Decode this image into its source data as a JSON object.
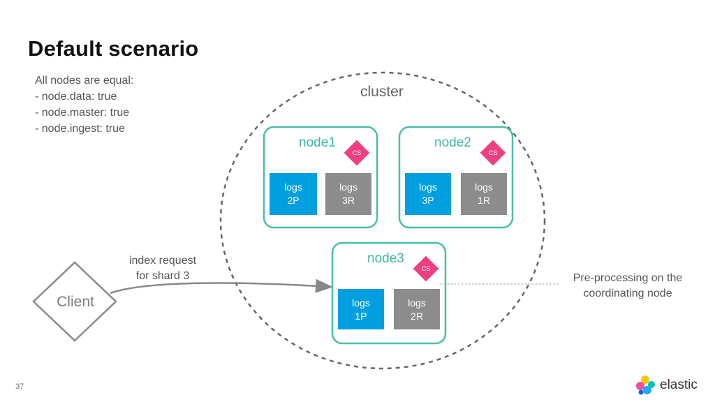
{
  "slide": {
    "title": "Default scenario",
    "intro_lines": [
      "All nodes are equal:",
      "- node.data: true",
      "- node.master: true",
      "- node.ingest: true"
    ],
    "slide_number": "37",
    "logo_text": "elastic"
  },
  "diagram": {
    "cluster_label": "cluster",
    "client_label": "Client",
    "request_label_lines": [
      "index request",
      "for shard 3"
    ],
    "note_lines": [
      "Pre-processing on the",
      "coordinating node"
    ],
    "cs_label": "CS",
    "nodes": [
      {
        "name": "node1",
        "shards": [
          {
            "lines": [
              "logs",
              "2P"
            ],
            "kind": "primary"
          },
          {
            "lines": [
              "logs",
              "3R"
            ],
            "kind": "replica"
          }
        ]
      },
      {
        "name": "node2",
        "shards": [
          {
            "lines": [
              "logs",
              "3P"
            ],
            "kind": "primary"
          },
          {
            "lines": [
              "logs",
              "1R"
            ],
            "kind": "replica"
          }
        ]
      },
      {
        "name": "node3",
        "shards": [
          {
            "lines": [
              "logs",
              "1P"
            ],
            "kind": "primary"
          },
          {
            "lines": [
              "logs",
              "2R"
            ],
            "kind": "replica"
          }
        ]
      }
    ],
    "colors": {
      "node_border": "#48bfa8",
      "node_label": "#3ab7a4",
      "primary": "#00a0e0",
      "replica": "#8c8c8c",
      "cs": "#ee3f83",
      "cluster_border": "#666666",
      "client_border": "#8a8a8a",
      "arrow": "#888888"
    }
  }
}
